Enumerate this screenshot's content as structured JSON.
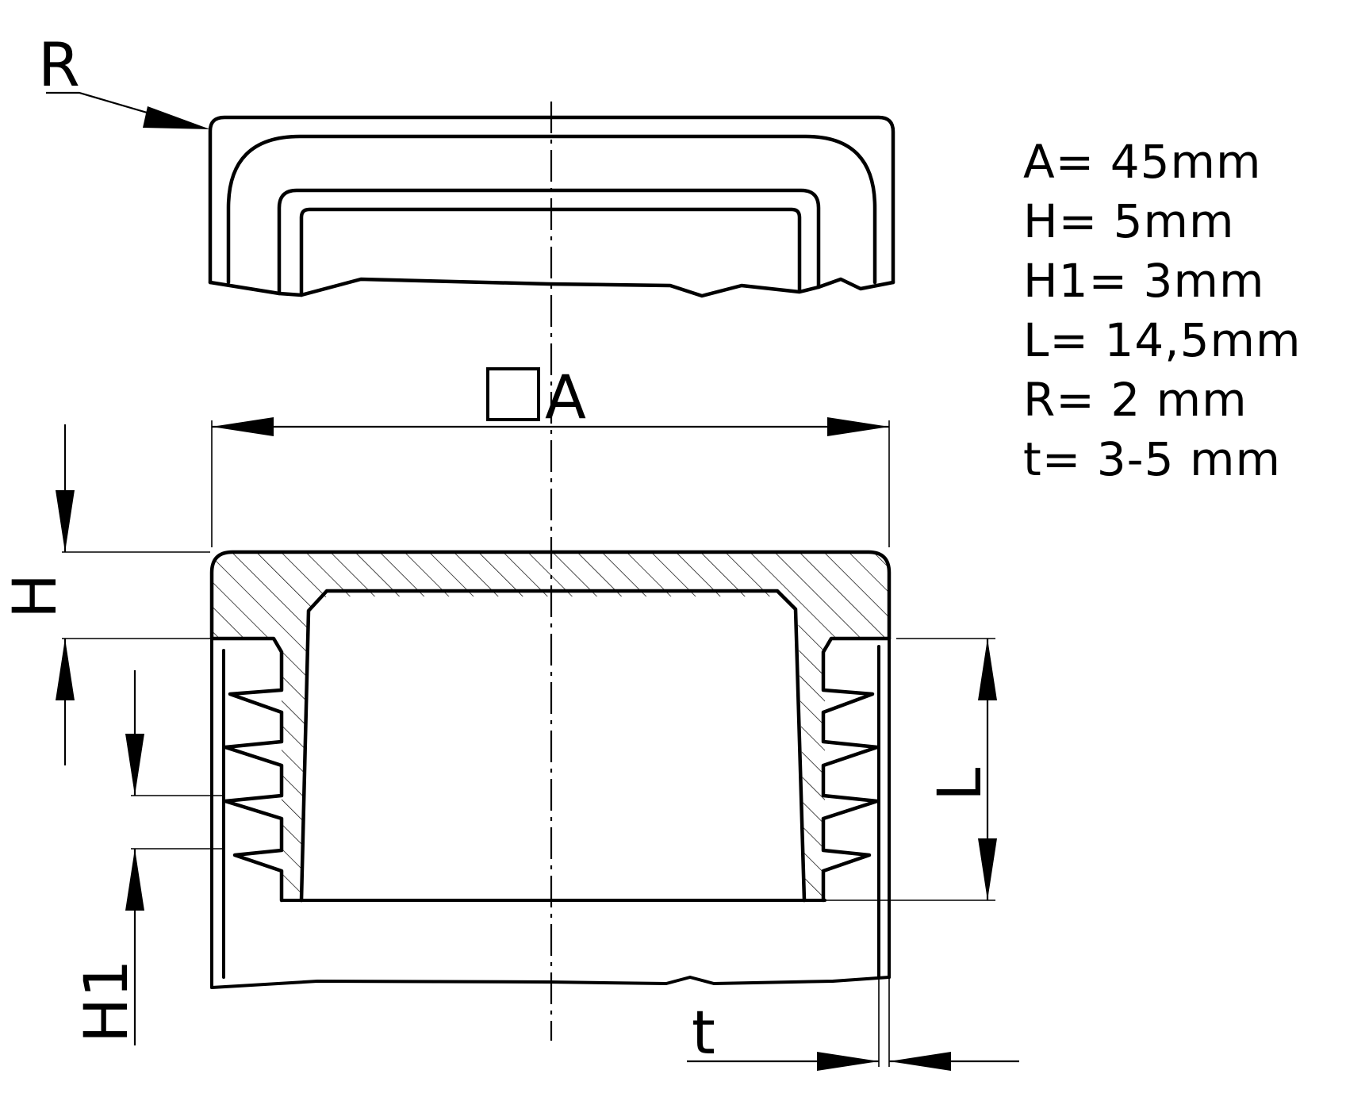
{
  "labels": {
    "radius": "R",
    "width": "A",
    "height": "H",
    "height1": "H1",
    "length": "L",
    "thickness": "t"
  },
  "specs": [
    "A= 45mm",
    "H= 5mm",
    "H1= 3mm",
    "L= 14,5mm",
    "R= 2 mm",
    "t= 3-5 mm"
  ]
}
